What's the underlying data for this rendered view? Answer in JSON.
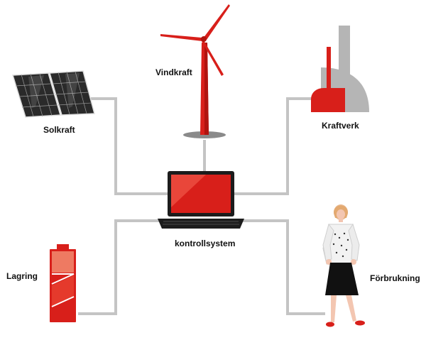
{
  "labels": {
    "solar": "Solkraft",
    "wind": "Vindkraft",
    "plant": "Kraftverk",
    "control": "kontrollsystem",
    "storage": "Lagring",
    "consumption": "Förbrukning"
  },
  "colors": {
    "accent": "#d81f1a",
    "accent_light": "#ee7a62",
    "line": "#c4c4c4",
    "panel": "#2a2a2a",
    "plant_grey": "#b5b5b5",
    "laptop_frame": "#1c1c1c"
  },
  "icons": [
    "solar-panel-icon",
    "wind-turbine-icon",
    "power-plant-icon",
    "laptop-icon",
    "battery-icon",
    "woman-icon"
  ]
}
